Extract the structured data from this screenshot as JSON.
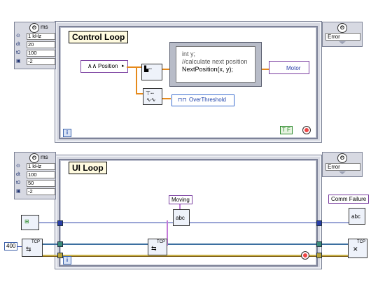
{
  "control_loop": {
    "title": "Control Loop",
    "input_node": {
      "unit": "ms",
      "rows": [
        {
          "icon": "clock-icon",
          "label": "",
          "value": "1 kHz"
        },
        {
          "icon": "dt",
          "label": "dt",
          "value": "20"
        },
        {
          "icon": "offset",
          "label": "t0",
          "value": "100"
        },
        {
          "icon": "processor-icon",
          "label": "",
          "value": "-2"
        }
      ]
    },
    "output_node": {
      "label": "Error"
    },
    "position_label": "Position",
    "threshold_label": "OverThreshold",
    "motor_label": "Motor",
    "code_lines": [
      "int y;",
      "//calculate next position",
      "NextPosition(x, y);"
    ],
    "bool_constant": "T F",
    "iteration_label": "i"
  },
  "ui_loop": {
    "title": "UI Loop",
    "input_node": {
      "unit": "ms",
      "rows": [
        {
          "icon": "clock-icon",
          "label": "",
          "value": "1 kHz"
        },
        {
          "icon": "dt",
          "label": "dt",
          "value": "100"
        },
        {
          "icon": "offset",
          "label": "t0",
          "value": "50"
        },
        {
          "icon": "processor-icon",
          "label": "",
          "value": "-2"
        }
      ]
    },
    "output_node": {
      "label": "Error"
    },
    "moving_label": "Moving",
    "comm_failure_label": "Comm Failure",
    "port_constant": "400",
    "iteration_label": "i",
    "tcp_label": "TCP",
    "abc_label": "abc"
  }
}
